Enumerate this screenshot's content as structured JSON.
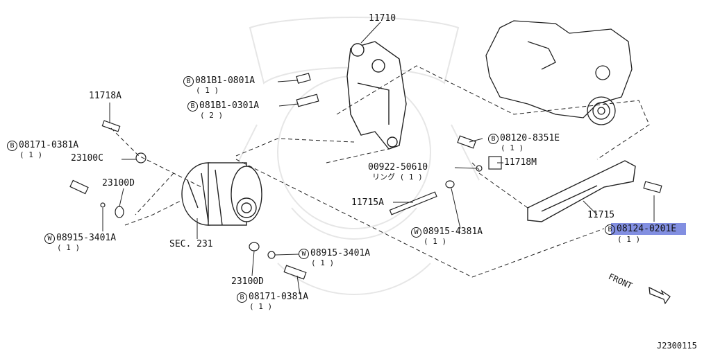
{
  "diagram": {
    "id_code": "J2300115",
    "front_label": "FRONT",
    "highlight_color": "#6c7bdc",
    "labels": {
      "p11710": "11710",
      "p081b1_0801a": "081B1-0801A",
      "p081b1_0801a_qty": "( 1 )",
      "p081b1_0301a": "081B1-0301A",
      "p081b1_0301a_qty": "( 2 )",
      "p11718a": "11718A",
      "p08171_0381a_l": "08171-0381A",
      "p08171_0381a_l_qty": "( 1 )",
      "p23100c": "23100C",
      "p23100d_top": "23100D",
      "p08915_3401a_l": "08915-3401A",
      "p08915_3401a_l_qty": "( 1 )",
      "sec231": "SEC. 231",
      "p08120_8351e": "08120-8351E",
      "p08120_8351e_qty": "( 1 )",
      "p00922_50610": "00922-50610",
      "p00922_sub": "リング ( 1 )",
      "p11718m": "11718M",
      "p11715a": "11715A",
      "p11715": "11715",
      "p08124_0201e": "08124-0201E",
      "p08124_0201e_qty": "( 1 )",
      "p08915_4381a": "08915-4381A",
      "p08915_4381a_qty": "( 1 )",
      "p08915_3401a_r": "08915-3401A",
      "p08915_3401a_r_qty": "( 1 )",
      "p23100d_bot": "23100D",
      "p08171_0381a_b": "08171-0381A",
      "p08171_0381a_b_qty": "( 1 )"
    },
    "badges": {
      "b": "B",
      "w": "W"
    }
  }
}
